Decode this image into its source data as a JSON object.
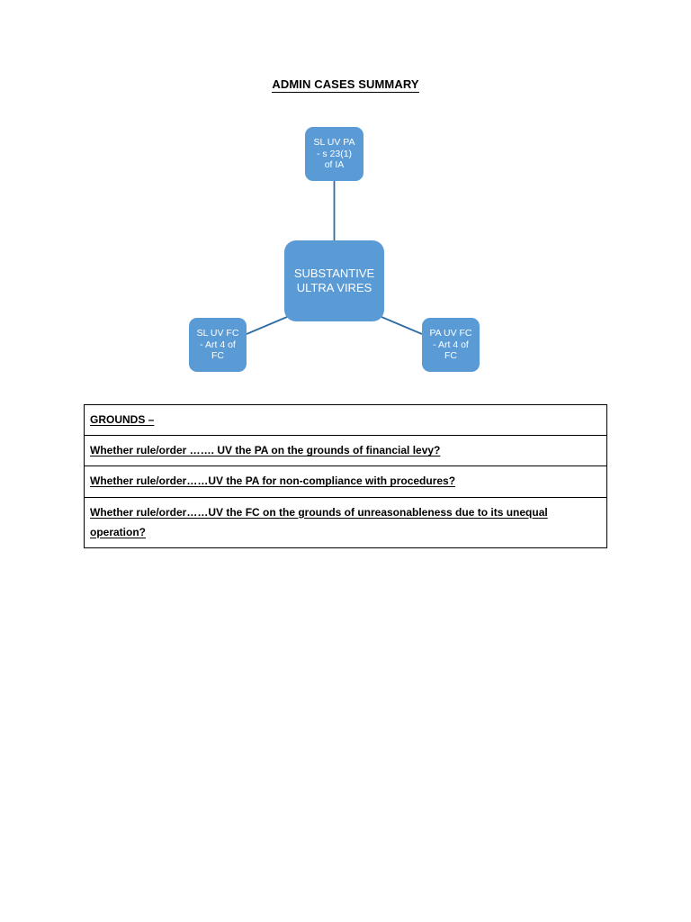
{
  "document": {
    "title": "ADMIN CASES SUMMARY"
  },
  "diagram": {
    "type": "radial-hierarchy",
    "accent_color": "#5B9BD5",
    "connector_color": "#2E6DA4",
    "nodes": {
      "center": {
        "id": "substantive-ultra-vires",
        "line1": "SUBSTANTIVE",
        "line2": "ULTRA VIRES"
      },
      "top": {
        "id": "sl-uv-pa",
        "line1": "SL UV PA",
        "line2": "- s 23(1)",
        "line3": "of IA"
      },
      "bottom_left": {
        "id": "sl-uv-fc",
        "line1": "SL UV FC",
        "line2": "- Art 4 of",
        "line3": "FC"
      },
      "bottom_right": {
        "id": "pa-uv-fc",
        "line1": "PA UV FC",
        "line2": "- Art 4 of",
        "line3": "FC"
      }
    }
  },
  "grounds_table": {
    "header": "GROUNDS –",
    "rows": [
      "Whether rule/order ……. UV the PA on the grounds of financial levy?",
      "Whether rule/order……UV the PA for non-compliance with procedures?",
      "Whether rule/order……UV the FC on the grounds of unreasonableness due to its unequal operation?"
    ]
  }
}
